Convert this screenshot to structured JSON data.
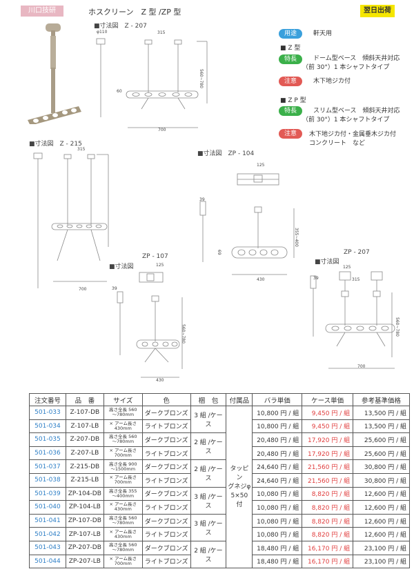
{
  "header": {
    "brand": "川口技研",
    "title": "ホスクリーン　Z 型 /ZP 型",
    "badge": "翌日出荷"
  },
  "info": {
    "use_label": "用途",
    "use_text": "軒天用",
    "z_heading": "■ Z 型",
    "feature_label": "特長",
    "z_feature_1": "ドーム型ベース　傾斜天井対応",
    "z_feature_2": "（前 30°）1 本シャフトタイプ",
    "caution_label": "注意",
    "z_caution": "木下地ジカ付",
    "zp_heading": "■ Z P 型",
    "zp_feature_1": "スリム型ベース　傾斜天井対応",
    "zp_feature_2": "（前 30°）1 本シャフトタイプ",
    "zp_caution_1": "木下地ジカ付・金属垂木ジカ付",
    "zp_caution_2": "コンクリート　など"
  },
  "diagrams": {
    "z207": {
      "heading": "■寸法図　Z - 207",
      "phi": "φ110",
      "top": "315",
      "side": "560~780",
      "bottom": "700",
      "mid": "60"
    },
    "z215": {
      "heading": "■寸法図　Z - 215",
      "top": "315",
      "bottom": "700"
    },
    "zp104": {
      "heading": "■寸法図　ZP - 104",
      "top": "125",
      "side": "355~400",
      "left": "39",
      "mid": "69",
      "bottom": "430"
    },
    "zp107": {
      "heading": "■寸法図",
      "model": "ZP - 107",
      "top": "125",
      "left": "39",
      "side": "560~780",
      "bottom": "430"
    },
    "zp207": {
      "heading": "■寸法図",
      "model": "ZP - 207",
      "top": "125",
      "mid": "315",
      "left": "39",
      "side": "560~780",
      "bottom": "700"
    }
  },
  "table": {
    "headers": [
      "注文番号",
      "品　番",
      "サイズ",
      "色",
      "梱　包",
      "付属品",
      "バラ単価",
      "ケース単価",
      "参考基準価格"
    ],
    "accessory": "タッピン\nグネジφ\n5×50 付",
    "rows": [
      {
        "code": "501-033",
        "model": "Z-107-DB",
        "size": "高さ全長 560\n～780mm",
        "color": "ダークブロンズ",
        "pack": "3 組 /ケース",
        "bara": "10,800 円 / 組",
        "case": "9,450 円 / 組",
        "ref": "13,500 円 / 組"
      },
      {
        "code": "501-034",
        "model": "Z-107-LB",
        "size": "× アーム長さ\n430mm",
        "color": "ライトブロンズ",
        "pack": "",
        "bara": "10,800 円 / 組",
        "case": "9,450 円 / 組",
        "ref": "13,500 円 / 組"
      },
      {
        "code": "501-035",
        "model": "Z-207-DB",
        "size": "高さ全長 560\n～780mm",
        "color": "ダークブロンズ",
        "pack": "2 組 /ケース",
        "bara": "20,480 円 / 組",
        "case": "17,920 円 / 組",
        "ref": "25,600 円 / 組"
      },
      {
        "code": "501-036",
        "model": "Z-207-LB",
        "size": "× アーム長さ\n700mm",
        "color": "ライトブロンズ",
        "pack": "",
        "bara": "20,480 円 / 組",
        "case": "17,920 円 / 組",
        "ref": "25,600 円 / 組"
      },
      {
        "code": "501-037",
        "model": "Z-215-DB",
        "size": "高さ全長 900\n～1500mm",
        "color": "ダークブロンズ",
        "pack": "2 組 /ケース",
        "bara": "24,640 円 / 組",
        "case": "21,560 円 / 組",
        "ref": "30,800 円 / 組"
      },
      {
        "code": "501-038",
        "model": "Z-215-LB",
        "size": "× アーム長さ\n700mm",
        "color": "ライトブロンズ",
        "pack": "",
        "bara": "24,640 円 / 組",
        "case": "21,560 円 / 組",
        "ref": "30,800 円 / 組"
      },
      {
        "code": "501-039",
        "model": "ZP-104-DB",
        "size": "高さ全長 355\n～400mm",
        "color": "ダークブロンズ",
        "pack": "3 組 /ケース",
        "bara": "10,080 円 / 組",
        "case": "8,820 円 / 組",
        "ref": "12,600 円 / 組"
      },
      {
        "code": "501-040",
        "model": "ZP-104-LB",
        "size": "× アーム長さ\n430mm",
        "color": "ライトブロンズ",
        "pack": "",
        "bara": "10,080 円 / 組",
        "case": "8,820 円 / 組",
        "ref": "12,600 円 / 組"
      },
      {
        "code": "501-041",
        "model": "ZP-107-DB",
        "size": "高さ全長 560\n～780mm",
        "color": "ダークブロンズ",
        "pack": "3 組 /ケース",
        "bara": "10,080 円 / 組",
        "case": "8,820 円 / 組",
        "ref": "12,600 円 / 組"
      },
      {
        "code": "501-042",
        "model": "ZP-107-LB",
        "size": "× アーム長さ\n430mm",
        "color": "ライトブロンズ",
        "pack": "",
        "bara": "10,080 円 / 組",
        "case": "8,820 円 / 組",
        "ref": "12,600 円 / 組"
      },
      {
        "code": "501-043",
        "model": "ZP-207-DB",
        "size": "高さ全長 560\n～780mm",
        "color": "ダークブロンズ",
        "pack": "2 組 /ケース",
        "bara": "18,480 円 / 組",
        "case": "16,170 円 / 組",
        "ref": "23,100 円 / 組"
      },
      {
        "code": "501-044",
        "model": "ZP-207-LB",
        "size": "× アーム長さ\n700mm",
        "color": "ライトブロンズ",
        "pack": "",
        "bara": "18,480 円 / 組",
        "case": "16,170 円 / 組",
        "ref": "23,100 円 / 組"
      }
    ]
  }
}
